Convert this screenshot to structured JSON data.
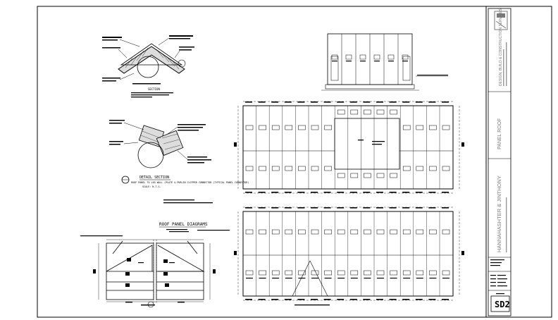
{
  "details": {
    "section_title": "SECTION",
    "detail_title": "DETAIL SECTION",
    "detail_note": "ROOF PANEL TO LOG WALL (PLATE & PURLIN CLIPPER CONNECTOR (TYPICAL PANEL CONNECTOR)",
    "detail_scale": "SCALE: N.T.S."
  },
  "diagrams": {
    "title": "ROOF PANEL DIAGRAMS"
  },
  "title_block": {
    "firm_text": "DESIGN, BUILD & CONSTRUCTION SERVICES",
    "sheet_title": "PANEL ROOF",
    "project_name": "HANNAHASHTER & JINTHONY",
    "sheet_label": "SD2"
  },
  "colors": {
    "line": "#000000",
    "title_block_text": "#7a7a7a"
  }
}
